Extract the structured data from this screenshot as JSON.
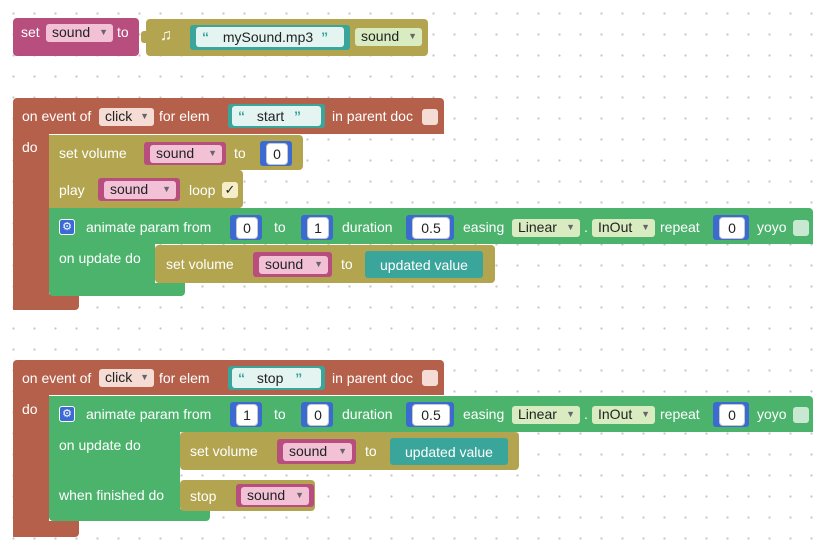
{
  "block1": {
    "set_label": "set",
    "var": "sound",
    "to_label": "to",
    "note_icon": "music-note-icon",
    "filename": "mySound.mp3",
    "type_dd": "sound"
  },
  "event1": {
    "on_event_of": "on event of",
    "event": "click",
    "for_elem": "for elem",
    "elem": "start",
    "in_parent_doc": "in parent doc",
    "do_label": "do",
    "set_volume": "set volume",
    "var": "sound",
    "to_label": "to",
    "volume": "0",
    "play_label": "play",
    "play_var": "sound",
    "loop_label": "loop",
    "loop_check": "✓",
    "animate_label": "animate param from",
    "from": "0",
    "to2_label": "to",
    "to_val": "1",
    "duration_label": "duration",
    "duration": "0.5",
    "easing_label": "easing",
    "easing": "Linear",
    "dot": ".",
    "inout": "InOut",
    "repeat_label": "repeat",
    "repeat": "0",
    "yoyo_label": "yoyo",
    "on_update_do": "on update do",
    "upd_set_volume": "set volume",
    "upd_var": "sound",
    "upd_to": "to",
    "updated_value": "updated value"
  },
  "event2": {
    "on_event_of": "on event of",
    "event": "click",
    "for_elem": "for elem",
    "elem": "stop",
    "in_parent_doc": "in parent doc",
    "do_label": "do",
    "animate_label": "animate param from",
    "from": "1",
    "to2_label": "to",
    "to_val": "0",
    "duration_label": "duration",
    "duration": "0.5",
    "easing_label": "easing",
    "easing": "Linear",
    "dot": ".",
    "inout": "InOut",
    "repeat_label": "repeat",
    "repeat": "0",
    "yoyo_label": "yoyo",
    "on_update_do": "on update do",
    "upd_set_volume": "set volume",
    "upd_var": "sound",
    "upd_to": "to",
    "updated_value": "updated value",
    "when_finished_do": "when finished do",
    "stop_label": "stop",
    "stop_var": "sound"
  },
  "colors": {
    "pink": "#b84e7e",
    "event": "#b5604a",
    "olive": "#b3a44f",
    "green": "#4cb36c",
    "teal": "#3aa59b",
    "palegreen": "#d9ebc0",
    "lightpink": "#f3c1d6",
    "lighttan": "#f5ddd5"
  }
}
